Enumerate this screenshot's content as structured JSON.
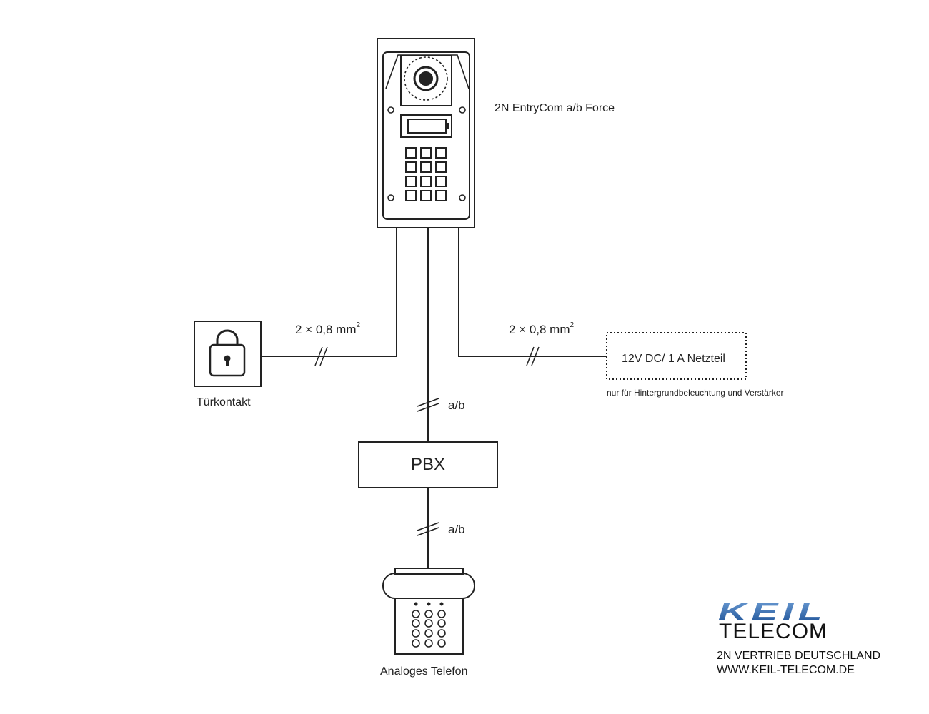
{
  "labels": {
    "device": "2N EntryCom a/b Force",
    "cable_left": "2 × 0,8 mm",
    "cable_left_sup": "2",
    "cable_right": "2 × 0,8 mm",
    "cable_right_sup": "2",
    "line_ab_upper": "a/b",
    "line_ab_lower": "a/b",
    "psu": "12V DC/ 1 A Netzteil",
    "psu_note": "nur für Hintergrundbeleuchtung und Verstärker",
    "door_contact": "Türkontakt",
    "pbx": "PBX",
    "phone": "Analoges Telefon"
  },
  "branding": {
    "logo_text": "KEIL",
    "logo_subtext": "TELECOM",
    "line1": "2N VERTRIEB DEUTSCHLAND",
    "line2": "WWW.KEIL-TELECOM.DE",
    "logo_color": "#1f5a9e"
  },
  "colors": {
    "line": "#222222",
    "background": "#ffffff"
  },
  "icons": {
    "door_contact": "padlock-icon",
    "device": "intercom-icon",
    "phone": "analog-phone-icon"
  }
}
